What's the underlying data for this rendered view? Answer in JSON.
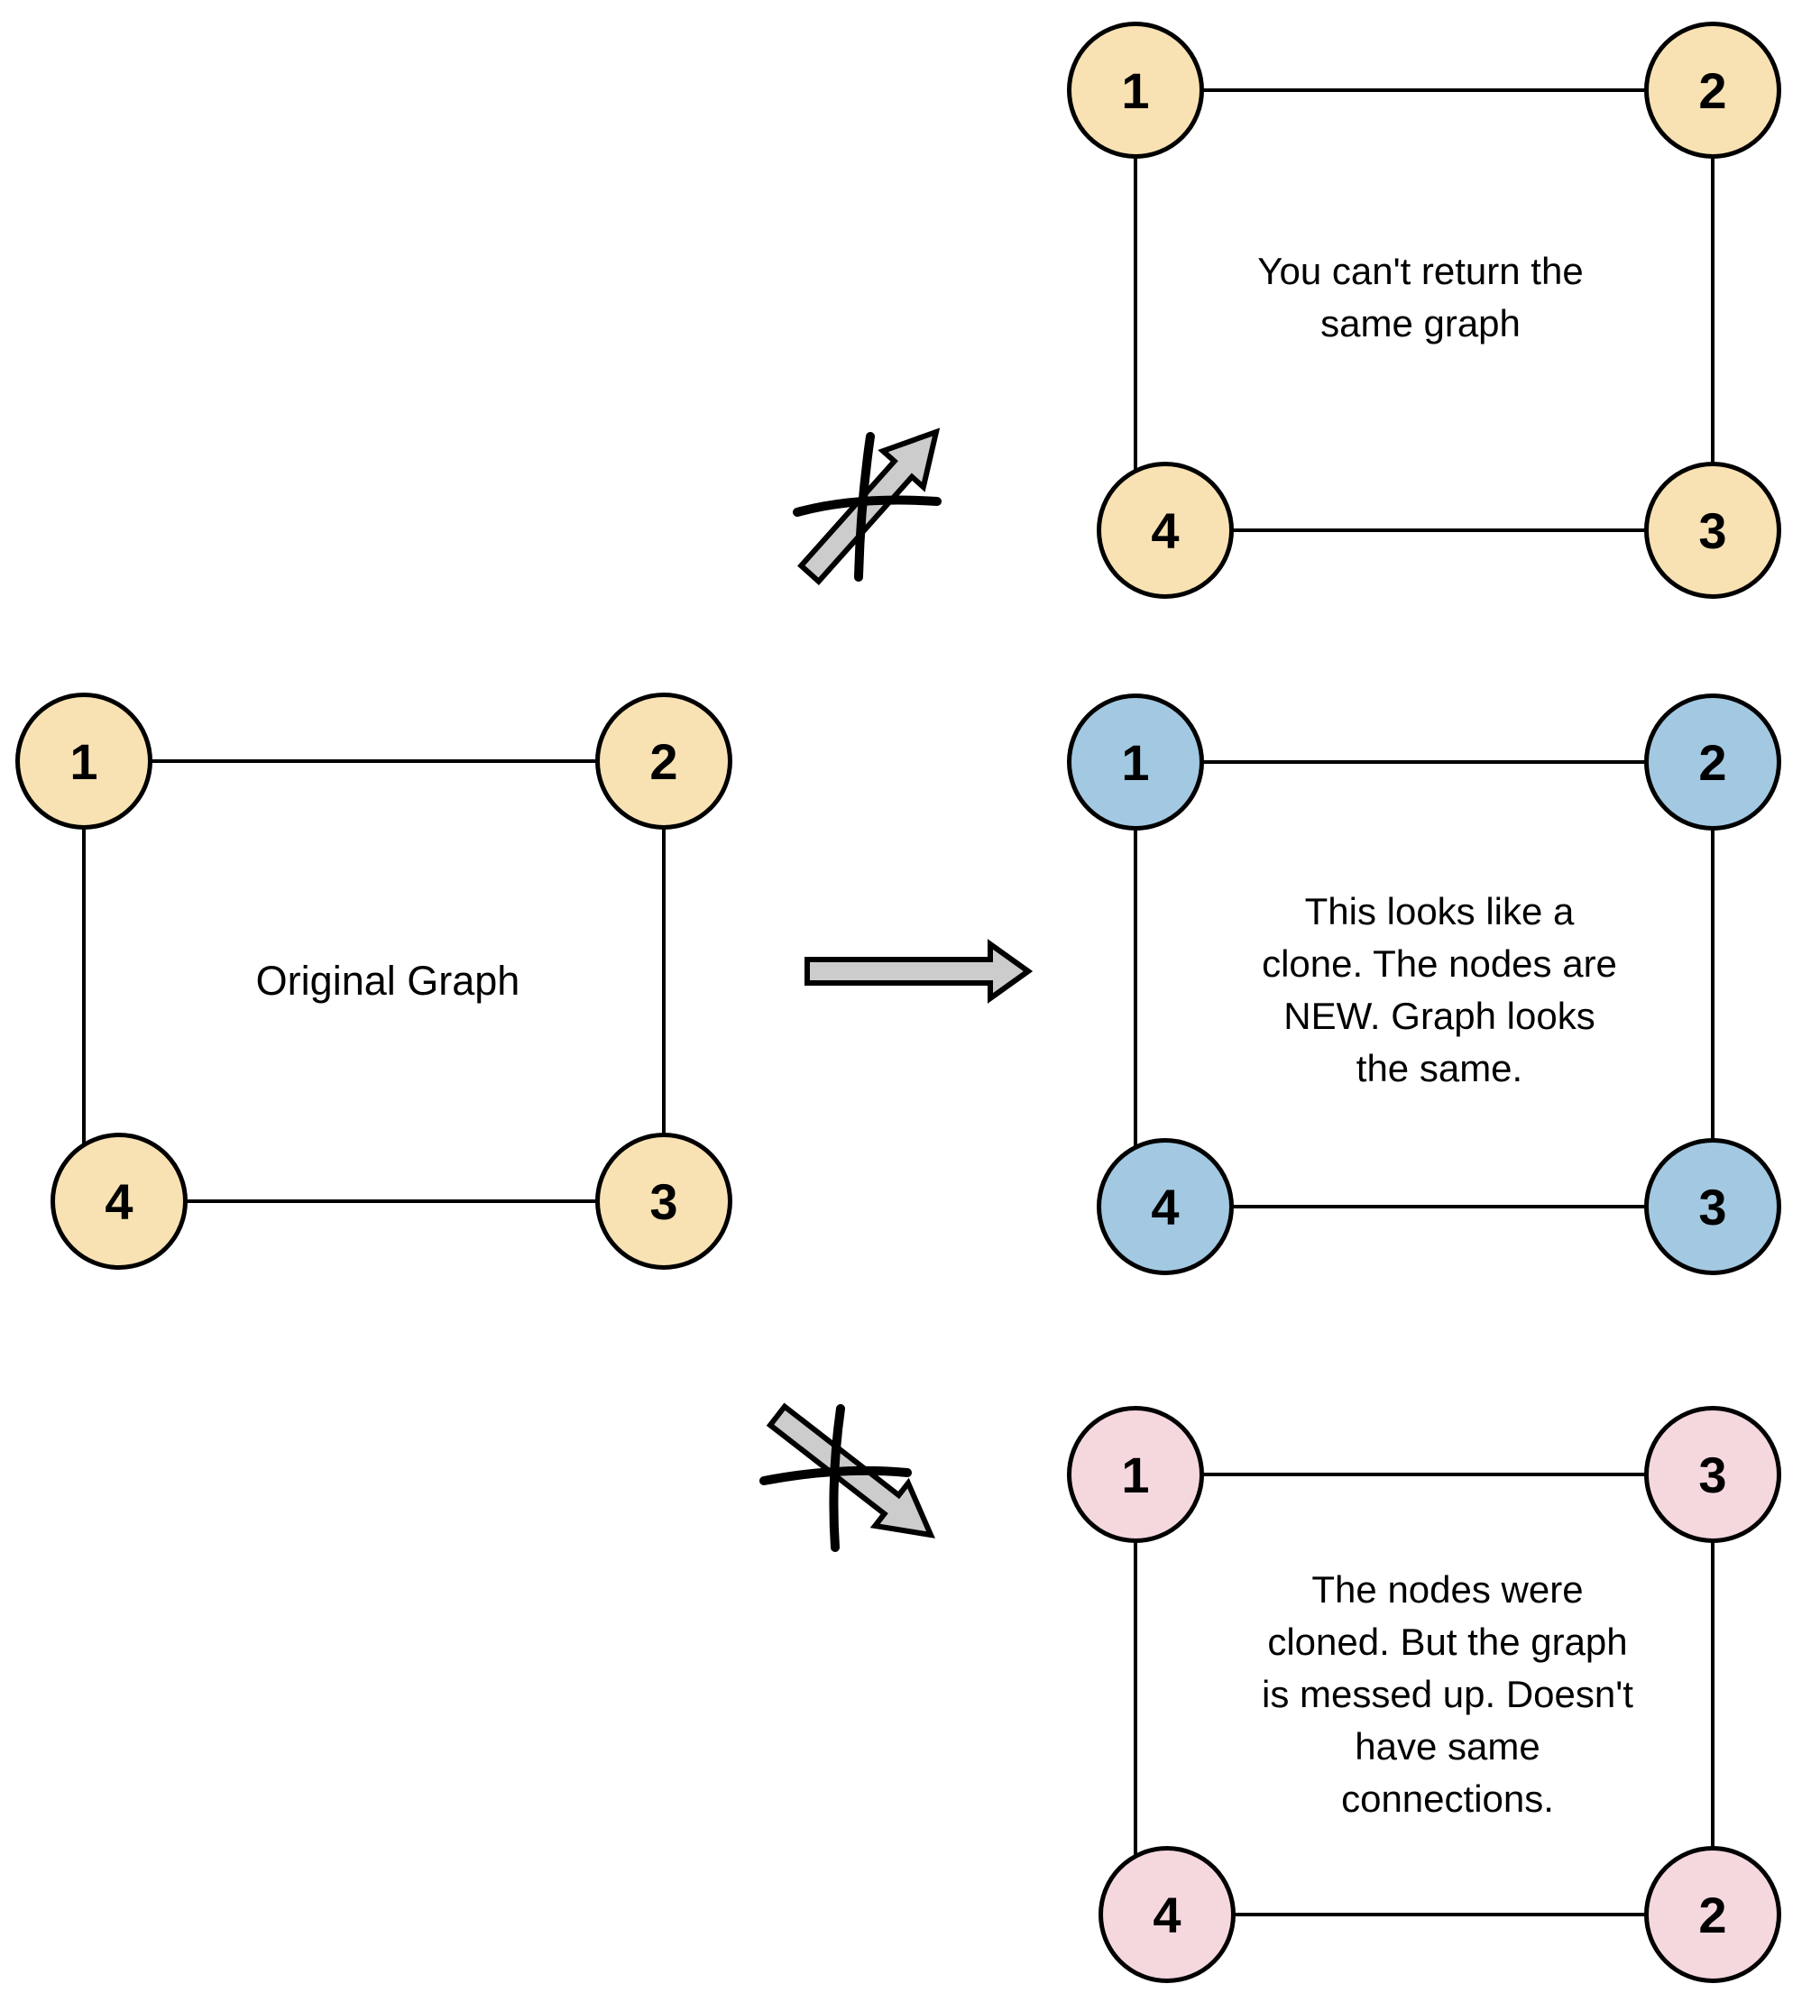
{
  "colors": {
    "original_node": "#F8E2B3",
    "clone_node": "#A3C9E2",
    "messed_node": "#F5D8DE",
    "edge": "#000000",
    "arrow_fill": "#CCCCCC",
    "arrow_outline": "#000000",
    "text": "#000000"
  },
  "original_graph": {
    "label": "Original Graph",
    "nodes": {
      "top_left": "1",
      "top_right": "2",
      "bottom_left": "4",
      "bottom_right": "3"
    }
  },
  "same_graph": {
    "caption_lines": [
      "You can't return the",
      "same graph"
    ],
    "nodes": {
      "top_left": "1",
      "top_right": "2",
      "bottom_left": "4",
      "bottom_right": "3"
    }
  },
  "clone_graph": {
    "caption_lines": [
      "This looks like a",
      "clone. The nodes are",
      "NEW. Graph looks",
      "the same."
    ],
    "nodes": {
      "top_left": "1",
      "top_right": "2",
      "bottom_left": "4",
      "bottom_right": "3"
    }
  },
  "messed_graph": {
    "caption_lines": [
      "The nodes were",
      "cloned. But the graph",
      "is messed up. Doesn't",
      "have same",
      "connections."
    ],
    "nodes": {
      "top_left": "1",
      "top_right": "3",
      "bottom_left": "4",
      "bottom_right": "2"
    }
  }
}
